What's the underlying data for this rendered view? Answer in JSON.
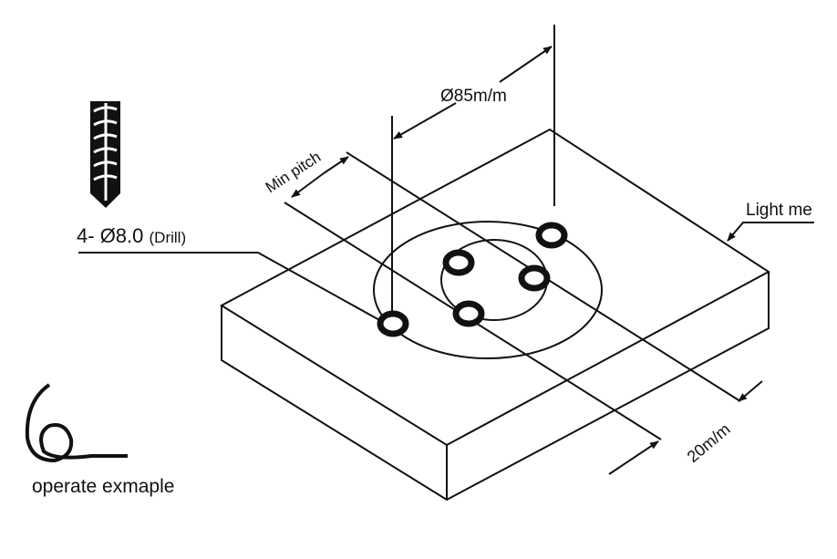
{
  "labels": {
    "diameter_pcd": "Ø85m/m",
    "min_pitch": "Min pitch",
    "hole_count_prefix": "4-",
    "hole_diameter": "Ø8.0",
    "hole_method": "(Drill)",
    "material": "Light me",
    "edge_distance": "20m/m",
    "example_caption": "operate exmaple"
  },
  "icons": {
    "drill": "drill-bit-icon",
    "example": "spiral-chip-icon"
  },
  "colors": {
    "line": "#111111",
    "background": "#ffffff"
  }
}
